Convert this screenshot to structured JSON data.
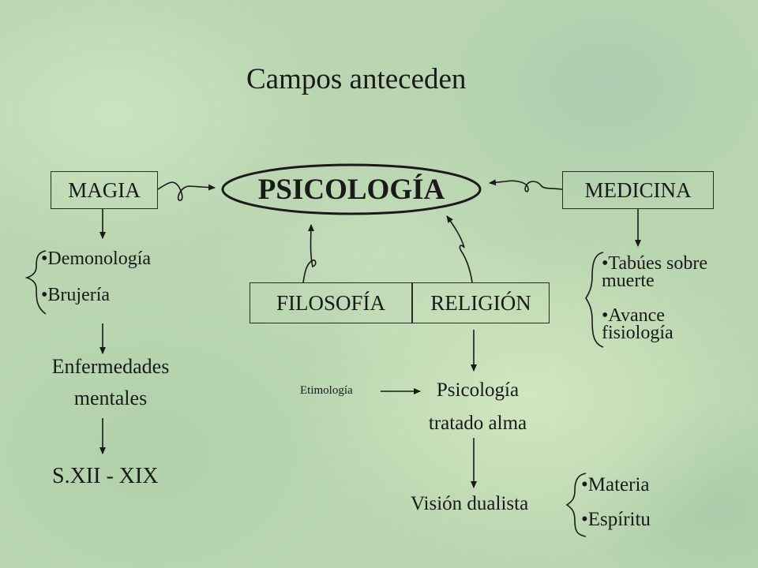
{
  "title": "Campos anteceden",
  "center": "PSICOLOGÍA",
  "boxes": {
    "magia": "MAGIA",
    "medicina": "MEDICINA",
    "filosofia": "FILOSOFÍA",
    "religion": "RELIGIÓN"
  },
  "magia_branch": {
    "items": [
      "•Demonología",
      "•Brujería"
    ],
    "result_line1": "Enfermedades",
    "result_line2": "mentales",
    "period": "S.XII - XIX"
  },
  "medicina_branch": {
    "item1_line1": "•Tabúes sobre",
    "item1_line2": "muerte",
    "item2_line1": "•Avance",
    "item2_line2": "fisiología"
  },
  "religion_branch": {
    "etymology_label": "Etimología",
    "result_line1": "Psicología",
    "result_line2": "tratado alma",
    "dualism": "Visión dualista",
    "dualism_items": [
      "•Materia",
      "•Espíritu"
    ]
  },
  "colors": {
    "background": "#b9d6b0",
    "ink": "#1a1a1a"
  }
}
